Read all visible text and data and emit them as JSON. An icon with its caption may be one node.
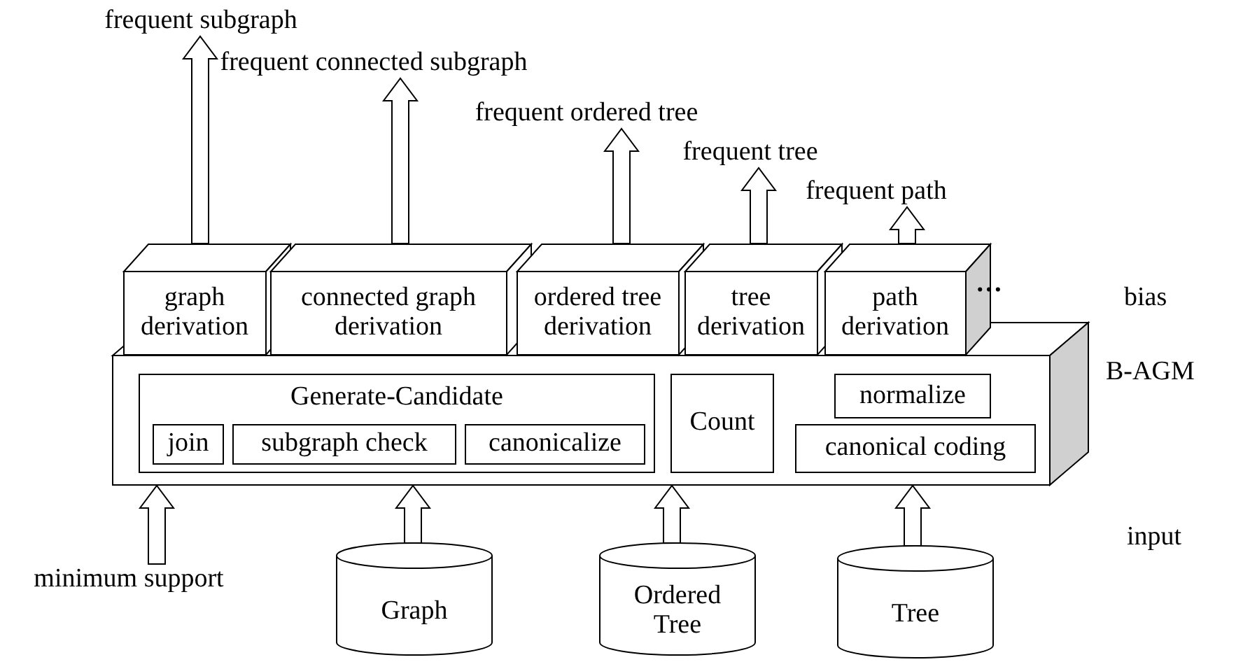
{
  "diagram": {
    "nodes": [
      {
        "text": [],
        "shape": "box",
        "beside": [
          "B-AGM"
        ]
      },
      {
        "text": [
          "Generate-Candidate"
        ],
        "in": 0
      },
      {
        "text": [
          "join"
        ],
        "in": 1
      },
      {
        "text": [
          "subgraph check"
        ],
        "in": 1
      },
      {
        "text": [
          "canonicalize"
        ],
        "in": 1
      },
      {
        "text": [
          "Count"
        ],
        "in": 0
      },
      {
        "text": [
          "normalize"
        ],
        "in": 0
      },
      {
        "text": [
          "canonical coding"
        ],
        "in": 0
      },
      {
        "text": [
          "graph derivation"
        ]
      },
      {
        "text": [
          "connected graph derivation"
        ]
      },
      {
        "text": [
          "ordered tree derivation"
        ]
      },
      {
        "text": [
          "tree derivation"
        ]
      },
      {
        "text": [
          "path derivation"
        ]
      },
      {
        "text": [
          "frequent subgraph"
        ]
      },
      {
        "text": [
          "frequent connected subgraph"
        ]
      },
      {
        "text": [
          "frequent ordered tree"
        ]
      },
      {
        "text": [
          "frequent tree"
        ]
      },
      {
        "text": [
          "frequent path"
        ]
      },
      {
        "text": [
          "minimum support"
        ]
      },
      {
        "text": [
          "Graph"
        ]
      },
      {
        "text": [
          "Ordered Tree"
        ]
      },
      {
        "text": [
          "Tree"
        ]
      }
    ],
    "edges": [
      {
        "from": 8,
        "to": 13,
        "arrow": "to"
      },
      {
        "from": 9,
        "to": 14,
        "arrow": "to"
      },
      {
        "from": 10,
        "to": 15,
        "arrow": "to"
      },
      {
        "from": 11,
        "to": 16,
        "arrow": "to"
      },
      {
        "from": 12,
        "to": 17,
        "arrow": "to"
      },
      {
        "from": 18,
        "to": 0,
        "arrow": "to"
      },
      {
        "from": 19,
        "to": 0,
        "arrow": "to"
      },
      {
        "from": 20,
        "to": 0,
        "arrow": "to"
      },
      {
        "from": 21,
        "to": 0,
        "arrow": "to"
      }
    ],
    "labels": [
      "…",
      "bias",
      "input"
    ]
  }
}
